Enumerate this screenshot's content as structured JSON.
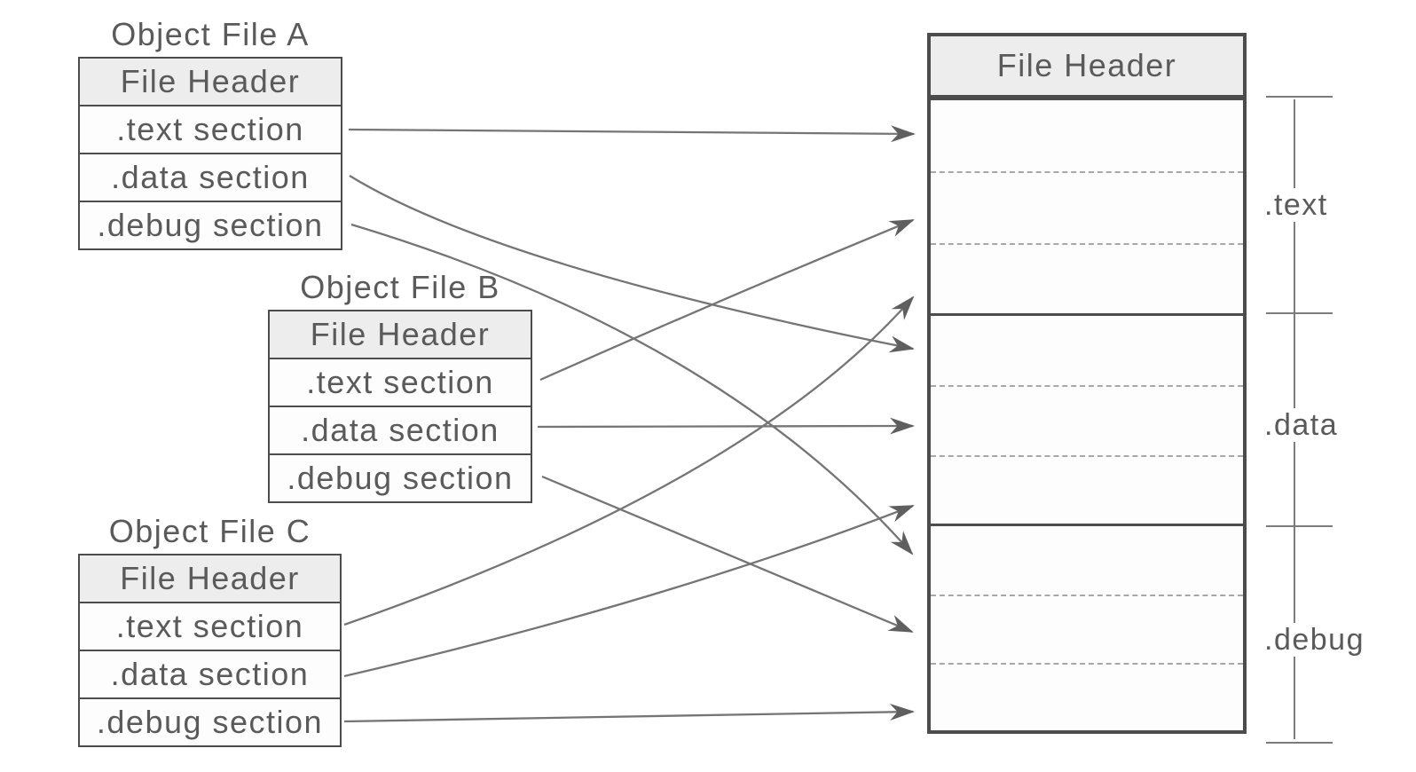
{
  "object_files": [
    {
      "id": "A",
      "title": "Object File A",
      "rows": [
        "File Header",
        ".text section",
        ".data section",
        ".debug section"
      ]
    },
    {
      "id": "B",
      "title": "Object File B",
      "rows": [
        "File Header",
        ".text section",
        ".data section",
        ".debug section"
      ]
    },
    {
      "id": "C",
      "title": "Object File C",
      "rows": [
        "File Header",
        ".text section",
        ".data section",
        ".debug section"
      ]
    }
  ],
  "executable": {
    "header_label": "File Header",
    "sections": [
      {
        "label": ".text"
      },
      {
        "label": ".data"
      },
      {
        "label": ".debug"
      }
    ]
  },
  "links": [
    {
      "from": "Object File A .text section",
      "to": ".text slot 1"
    },
    {
      "from": "Object File A .data section",
      "to": ".data slot 1"
    },
    {
      "from": "Object File A .debug section",
      "to": ".debug slot 1"
    },
    {
      "from": "Object File B .text section",
      "to": ".text slot 2"
    },
    {
      "from": "Object File B .data section",
      "to": ".data slot 2"
    },
    {
      "from": "Object File B .debug section",
      "to": ".debug slot 2"
    },
    {
      "from": "Object File C .text section",
      "to": ".text slot 3"
    },
    {
      "from": "Object File C .data section",
      "to": ".data slot 3"
    },
    {
      "from": "Object File C .debug section",
      "to": ".debug slot 3"
    }
  ],
  "colors": {
    "bg": "#ffffff",
    "border": "#4c4c4c",
    "header_fill": "#ededed",
    "text": "#5a5a5a",
    "arrow": "#757575",
    "arrow_head": "#5f5f5f",
    "dash": "#a8a8a8",
    "bracket": "#7c7c7c"
  }
}
